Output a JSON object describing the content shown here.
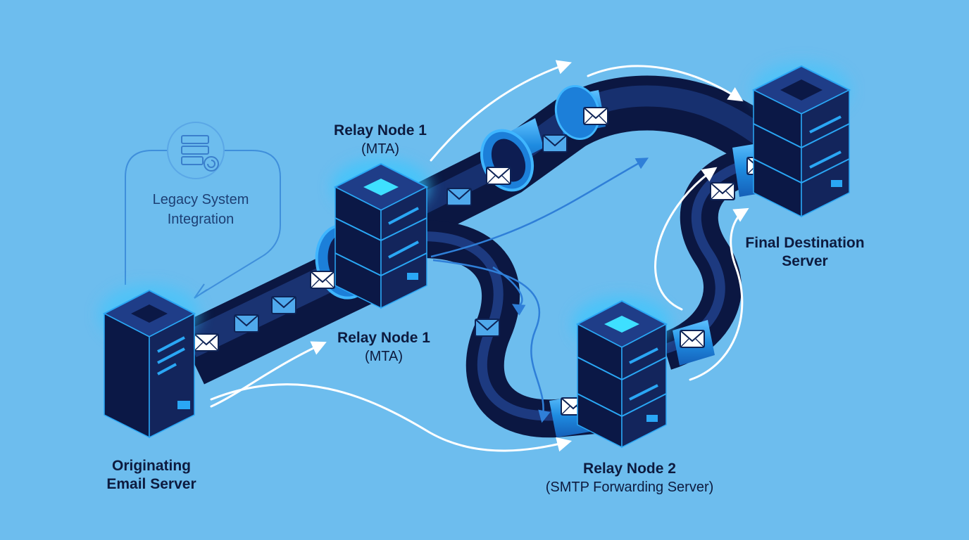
{
  "legacy": {
    "line1": "Legacy System",
    "line2": "Integration"
  },
  "nodes": {
    "origin": {
      "line1": "Originating",
      "line2": "Email Server"
    },
    "relay1_top": {
      "title": "Relay Node 1",
      "subtitle": "(MTA)"
    },
    "relay1_bottom": {
      "title": "Relay Node 1",
      "subtitle": "(MTA)"
    },
    "relay2": {
      "title": "Relay Node 2",
      "subtitle": "(SMTP Forwarding Server)"
    },
    "destination": {
      "line1": "Final Destination",
      "line2": "Server"
    }
  },
  "colors": {
    "background": "#6dbdee",
    "server_body": "#13255c",
    "server_dark": "#0b1846",
    "glow": "#39c8ff",
    "pipe_dark": "#0e1d4c",
    "pipe_light": "#1a8fe6",
    "envelope": "#ffffff",
    "arrow": "#ffffff"
  },
  "icons": [
    "server-stack-icon",
    "envelope-icon",
    "arrow-icon",
    "database-sync-icon"
  ]
}
